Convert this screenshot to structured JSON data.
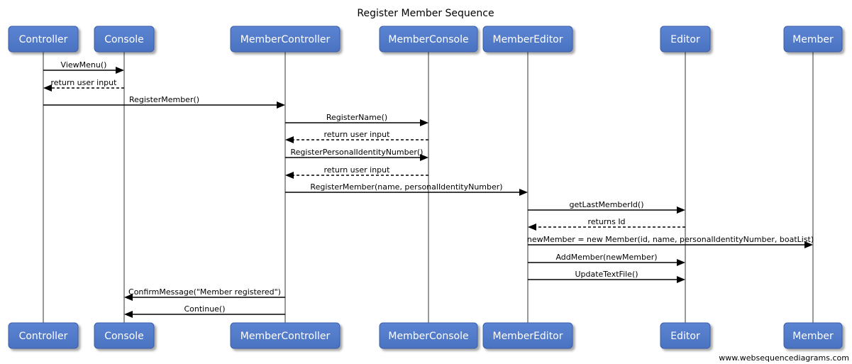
{
  "title": "Register Member Sequence",
  "participants": [
    {
      "id": "controller",
      "label": "Controller"
    },
    {
      "id": "console",
      "label": "Console"
    },
    {
      "id": "membercontroller",
      "label": "MemberController"
    },
    {
      "id": "memberconsole",
      "label": "MemberConsole"
    },
    {
      "id": "membereditor",
      "label": "MemberEditor"
    },
    {
      "id": "editor",
      "label": "Editor"
    },
    {
      "id": "member",
      "label": "Member"
    }
  ],
  "messages": [
    {
      "from": "controller",
      "to": "console",
      "label": "ViewMenu()",
      "type": "call"
    },
    {
      "from": "console",
      "to": "controller",
      "label": "return user input",
      "type": "return"
    },
    {
      "from": "controller",
      "to": "membercontroller",
      "label": "RegisterMember()",
      "type": "call"
    },
    {
      "from": "membercontroller",
      "to": "memberconsole",
      "label": "RegisterName()",
      "type": "call"
    },
    {
      "from": "memberconsole",
      "to": "membercontroller",
      "label": "return user input",
      "type": "return"
    },
    {
      "from": "membercontroller",
      "to": "memberconsole",
      "label": "RegisterPersonalIdentityNumber()",
      "type": "call"
    },
    {
      "from": "memberconsole",
      "to": "membercontroller",
      "label": "return user input",
      "type": "return"
    },
    {
      "from": "membercontroller",
      "to": "membereditor",
      "label": "RegisterMember(name, personalIdentityNumber)",
      "type": "call"
    },
    {
      "from": "membereditor",
      "to": "editor",
      "label": "getLastMemberId()",
      "type": "call"
    },
    {
      "from": "editor",
      "to": "membereditor",
      "label": "returns Id",
      "type": "return"
    },
    {
      "from": "membereditor",
      "to": "member",
      "label": "newMember = new Member(id, name, personalIdentityNumber, boatList)",
      "type": "call"
    },
    {
      "from": "membereditor",
      "to": "editor",
      "label": "AddMember(newMember)",
      "type": "call"
    },
    {
      "from": "membereditor",
      "to": "editor",
      "label": "UpdateTextFile()",
      "type": "call"
    },
    {
      "from": "membercontroller",
      "to": "console",
      "label": "ConfirmMessage(\"Member registered\")",
      "type": "call"
    },
    {
      "from": "membercontroller",
      "to": "console",
      "label": "Continue()",
      "type": "call"
    }
  ],
  "footer": "www.websequencediagrams.com"
}
